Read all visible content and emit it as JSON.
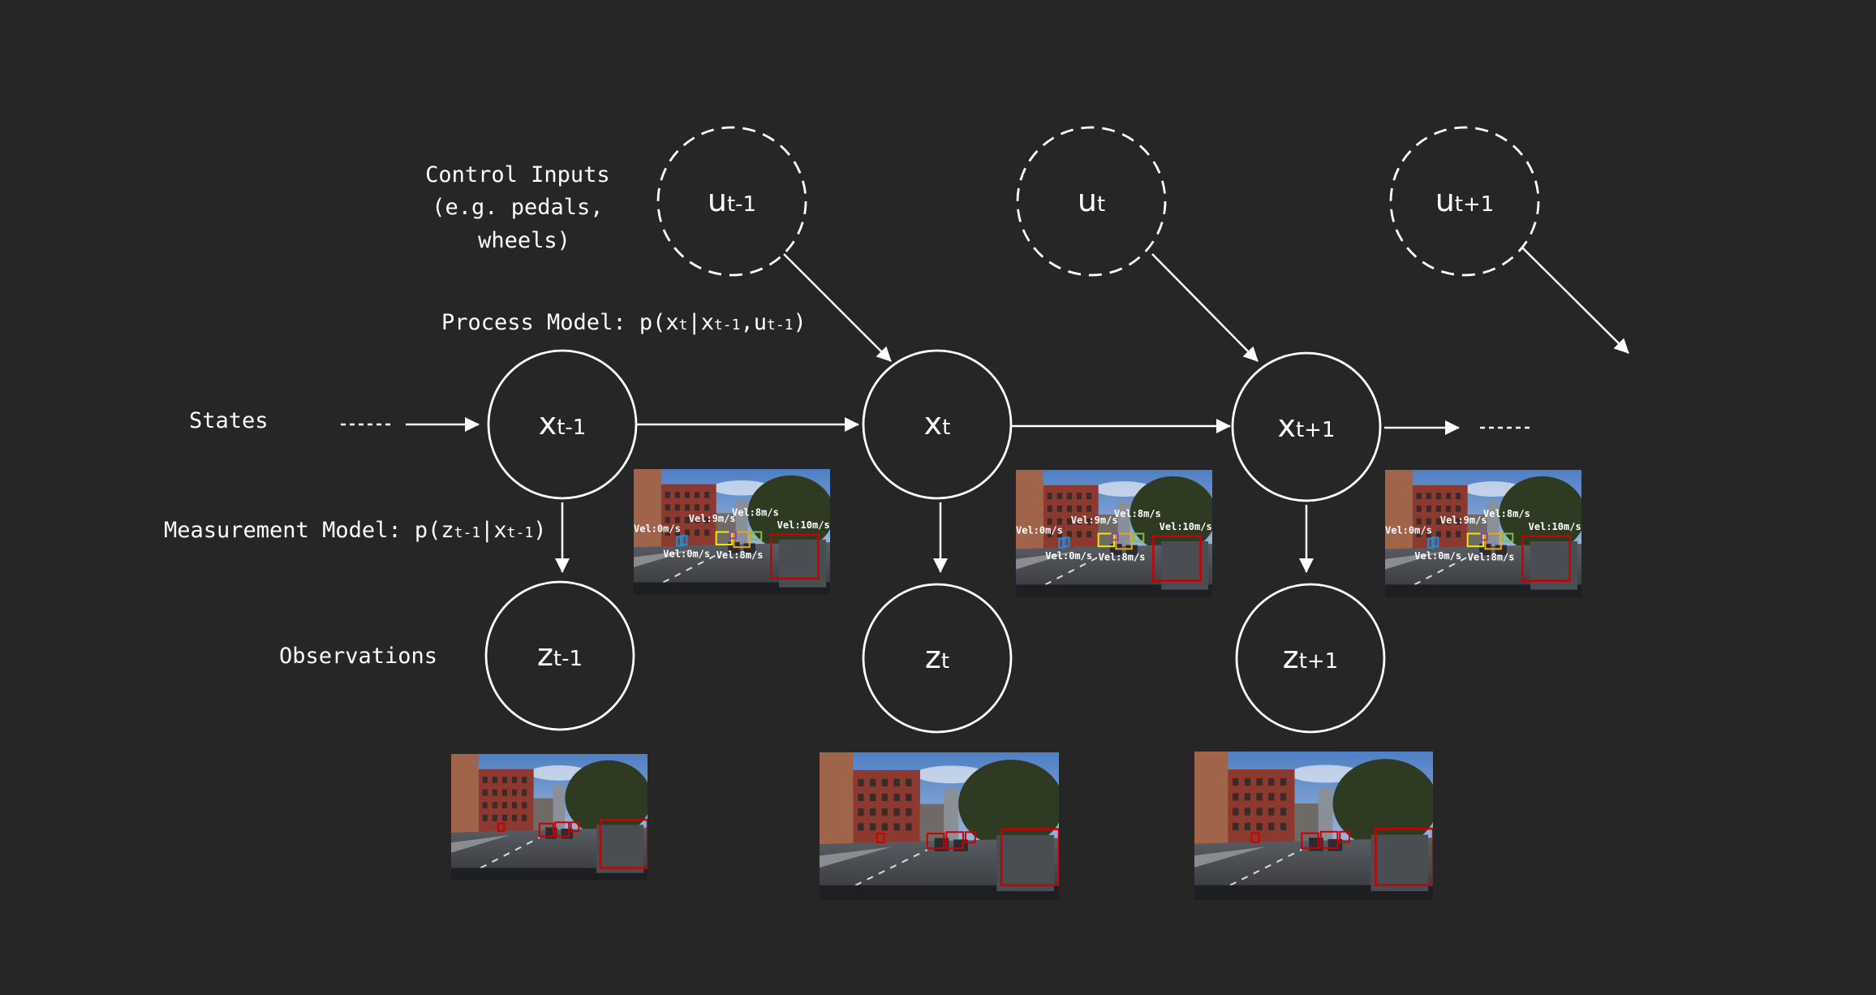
{
  "labels": {
    "control_inputs": [
      "Control Inputs",
      "(e.g. pedals,",
      "wheels)"
    ],
    "process_model": {
      "pre": "Process Model: p(",
      "a": "x",
      "a_sub": "t",
      "b": "|x",
      "b_sub": "t-1",
      "c": ",u",
      "c_sub": "t-1",
      "post": ")"
    },
    "states": "States",
    "measurement_model": {
      "pre": "Measurement Model: p(",
      "a": "z",
      "a_sub": "t-1",
      "b": "|x",
      "b_sub": "t-1",
      "post": ")"
    },
    "observations": "Observations",
    "ellipsis": "------"
  },
  "nodes": {
    "controls": [
      {
        "base": "u",
        "sub": "t-1"
      },
      {
        "base": "u",
        "sub": "t"
      },
      {
        "base": "u",
        "sub": "t+1"
      }
    ],
    "states": [
      {
        "base": "x",
        "sub": "t-1"
      },
      {
        "base": "x",
        "sub": "t"
      },
      {
        "base": "x",
        "sub": "t+1"
      }
    ],
    "observations": [
      {
        "base": "z",
        "sub": "t-1"
      },
      {
        "base": "z",
        "sub": "t"
      },
      {
        "base": "z",
        "sub": "t+1"
      }
    ]
  },
  "velocity_labels": [
    "Vel:0m/s",
    "Vel:9m/s",
    "Vel:8m/s",
    "Vel:10m/s",
    "Vel:0m/s",
    "Vel:8m/s"
  ],
  "colors": {
    "background": "#262626",
    "stroke": "#ffffff",
    "box_red": "#cc0000",
    "box_yellow": "#f2e600",
    "box_orange": "#f0a800",
    "box_blue": "#1a8ee0",
    "box_green": "#7cc242",
    "box_purple": "#8a3fc0"
  }
}
